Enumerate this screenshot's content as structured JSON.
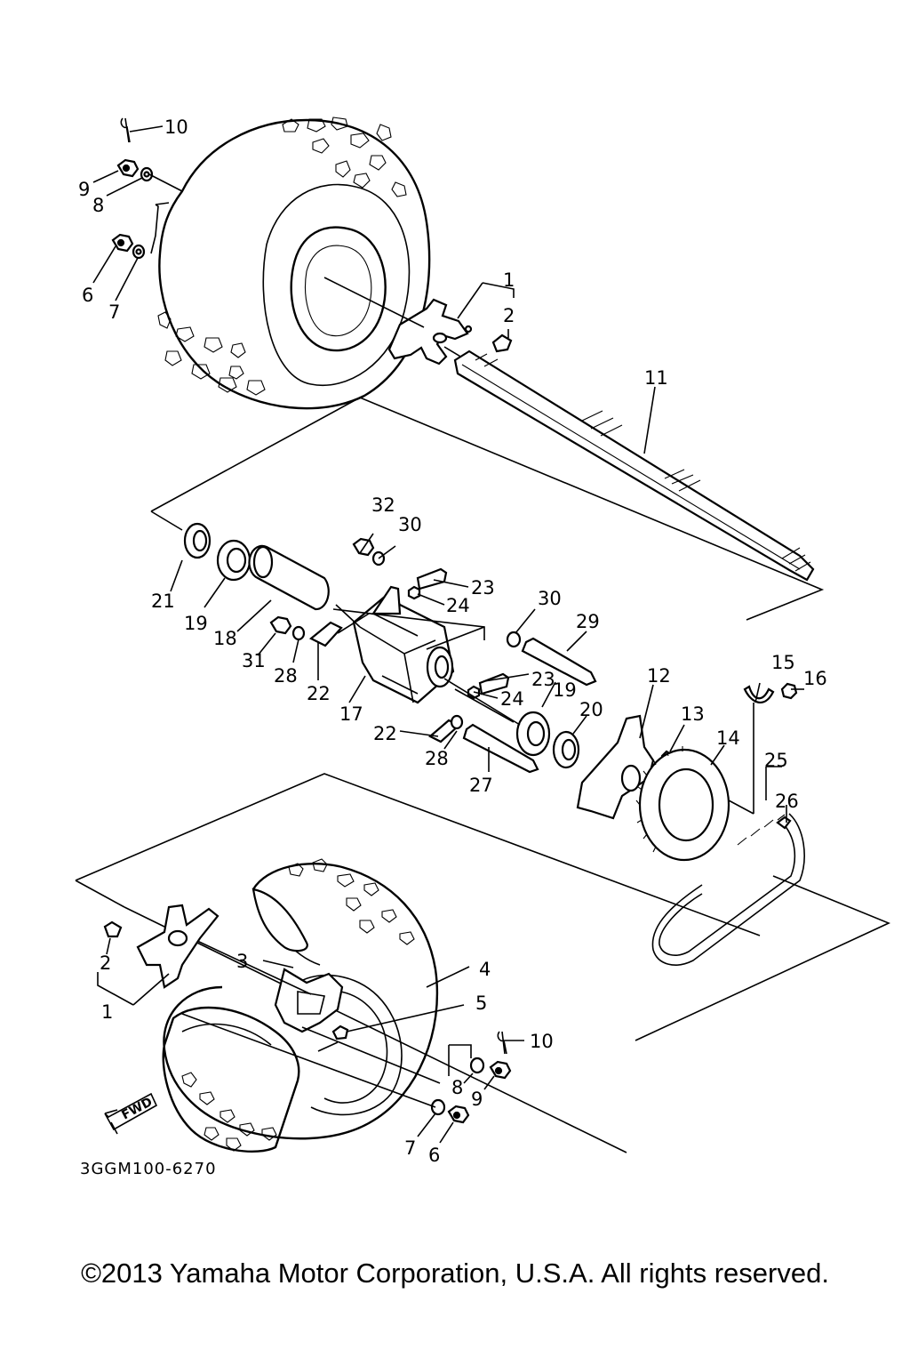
{
  "diagram": {
    "drawing_code": "3GGM100-6270",
    "fwd_label": "FWD",
    "callouts": {
      "c1_top": "1",
      "c2_top": "2",
      "c6_top": "6",
      "c7_top": "7",
      "c8_top": "8",
      "c9_top": "9",
      "c10_top": "10",
      "c11": "11",
      "c32": "32",
      "c30_top": "30",
      "c21": "21",
      "c19_left": "19",
      "c18": "18",
      "c23_top": "23",
      "c24_top": "24",
      "c31": "31",
      "c28_left": "28",
      "c22_top": "22",
      "c30_mid": "30",
      "c29": "29",
      "c23_mid": "23",
      "c24_mid": "24",
      "c17": "17",
      "c22_bottom": "22",
      "c19_right": "19",
      "c20": "20",
      "c12": "12",
      "c13": "13",
      "c14": "14",
      "c15": "15",
      "c16": "16",
      "c25": "25",
      "c26": "26",
      "c28_right": "28",
      "c27": "27",
      "c2_bottom": "2",
      "c1_bottom": "1",
      "c3": "3",
      "c4": "4",
      "c5": "5",
      "c10_bottom": "10",
      "c8_bottom": "8",
      "c9_bottom": "9",
      "c7_bottom": "7",
      "c6_bottom": "6"
    }
  },
  "footer": {
    "copyright": "©2013 Yamaha Motor Corporation, U.S.A. All rights reserved."
  }
}
